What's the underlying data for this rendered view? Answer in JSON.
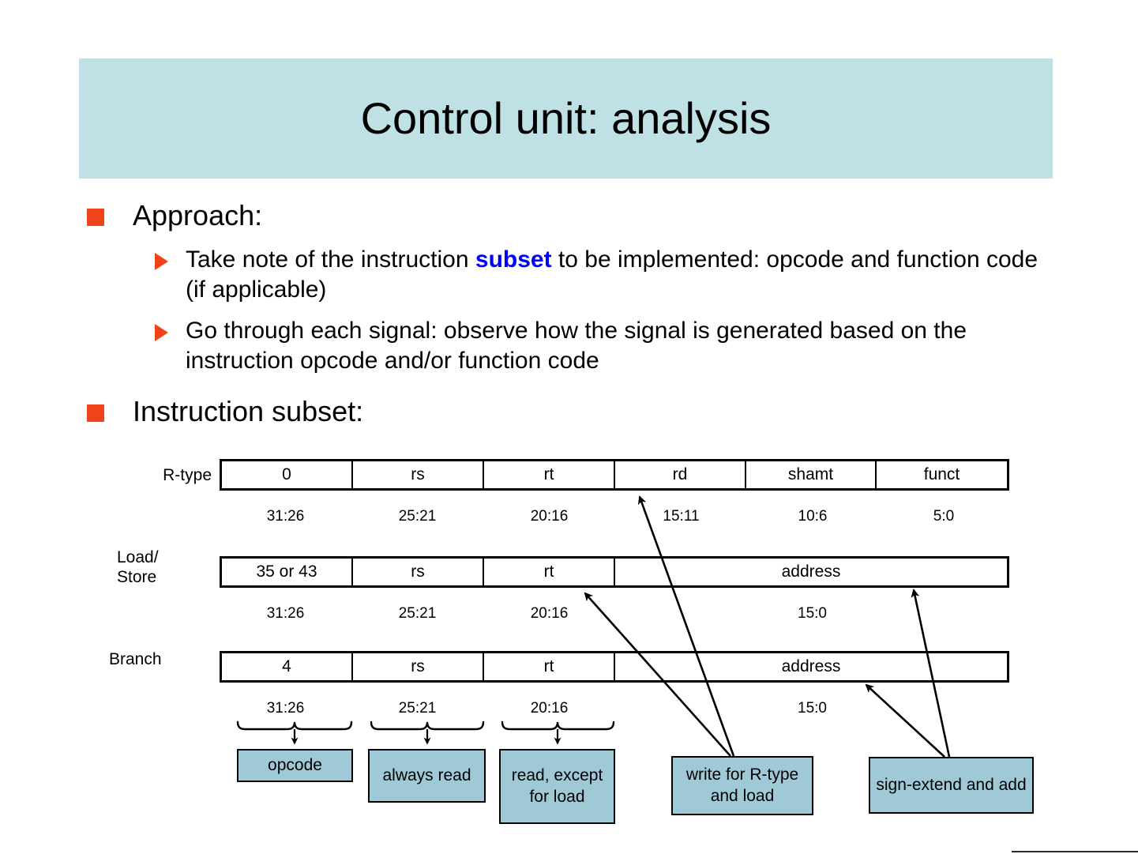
{
  "slide": {
    "title": "Control unit: analysis",
    "title_bg": "#bfe0e5",
    "bullet_color": "#f1431a",
    "highlight_color": "#0000ff",
    "callout_fill": "#9fc9d6"
  },
  "bullets": {
    "approach_label": "Approach:",
    "sub1_pre": "Take note of the instruction ",
    "sub1_hl": "subset",
    "sub1_post": " to be implemented: opcode and function code (if applicable)",
    "sub2": "Go through each signal: observe how the signal is generated based on the instruction opcode and/or function code",
    "instruction_subset_label": "Instruction subset:"
  },
  "formats": [
    {
      "name": "R-type",
      "label_lines": [
        "R-type"
      ],
      "fields": [
        {
          "text": "0",
          "span": 1
        },
        {
          "text": "rs",
          "span": 1
        },
        {
          "text": "rt",
          "span": 1
        },
        {
          "text": "rd",
          "span": 1
        },
        {
          "text": "shamt",
          "span": 1
        },
        {
          "text": "funct",
          "span": 1
        }
      ],
      "bits": [
        {
          "text": "31:26",
          "span": 1
        },
        {
          "text": "25:21",
          "span": 1
        },
        {
          "text": "20:16",
          "span": 1
        },
        {
          "text": "15:11",
          "span": 1
        },
        {
          "text": "10:6",
          "span": 1
        },
        {
          "text": "5:0",
          "span": 1
        }
      ]
    },
    {
      "name": "Load/Store",
      "label_lines": [
        "Load/",
        "Store"
      ],
      "fields": [
        {
          "text": "35 or 43",
          "span": 1
        },
        {
          "text": "rs",
          "span": 1
        },
        {
          "text": "rt",
          "span": 1
        },
        {
          "text": "address",
          "span": 3
        }
      ],
      "bits": [
        {
          "text": "31:26",
          "span": 1
        },
        {
          "text": "25:21",
          "span": 1
        },
        {
          "text": "20:16",
          "span": 1
        },
        {
          "text": "15:0",
          "span": 3
        }
      ]
    },
    {
      "name": "Branch",
      "label_lines": [
        "Branch"
      ],
      "fields": [
        {
          "text": "4",
          "span": 1
        },
        {
          "text": "rs",
          "span": 1
        },
        {
          "text": "rt",
          "span": 1
        },
        {
          "text": "address",
          "span": 3
        }
      ],
      "bits": [
        {
          "text": "31:26",
          "span": 1
        },
        {
          "text": "25:21",
          "span": 1
        },
        {
          "text": "20:16",
          "span": 1
        },
        {
          "text": "15:0",
          "span": 3
        }
      ]
    }
  ],
  "callouts": [
    {
      "id": "opcode",
      "text": "opcode"
    },
    {
      "id": "always-read",
      "text": "always read"
    },
    {
      "id": "read-except",
      "text": "read, except for load"
    },
    {
      "id": "write-rtype",
      "text": "write for R-type and load"
    },
    {
      "id": "sign-extend",
      "text": "sign-extend and add"
    }
  ]
}
